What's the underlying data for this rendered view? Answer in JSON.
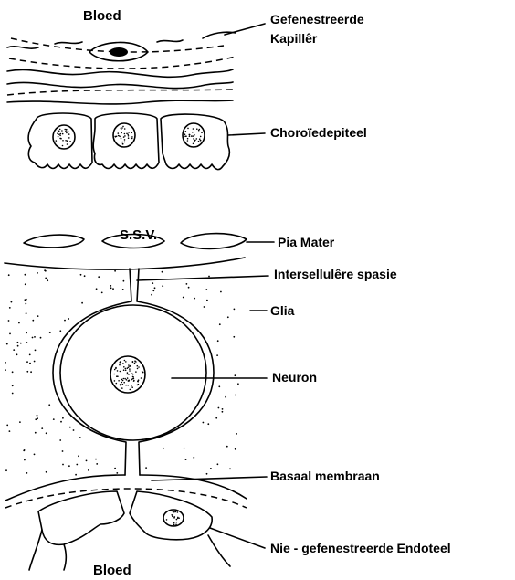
{
  "labels": {
    "top_blood": "Bloed",
    "fenestrated_capillary_line1": "Gefenestreerde",
    "fenestrated_capillary_line2": "Kapillêr",
    "choroid_epithelium": "Choroïedepiteel",
    "ssv": "S.S.V.",
    "pia_mater": "Pia Mater",
    "intercellular_space": "Intersellulêre spasie",
    "glia": "Glia",
    "neuron": "Neuron",
    "basal_membrane": "Basaal membraan",
    "non_fenestrated_endothelium": "Nie - gefenestreerde Endoteel",
    "bottom_blood": "Bloed"
  },
  "colors": {
    "ink": "#000000",
    "paper": "#ffffff"
  }
}
